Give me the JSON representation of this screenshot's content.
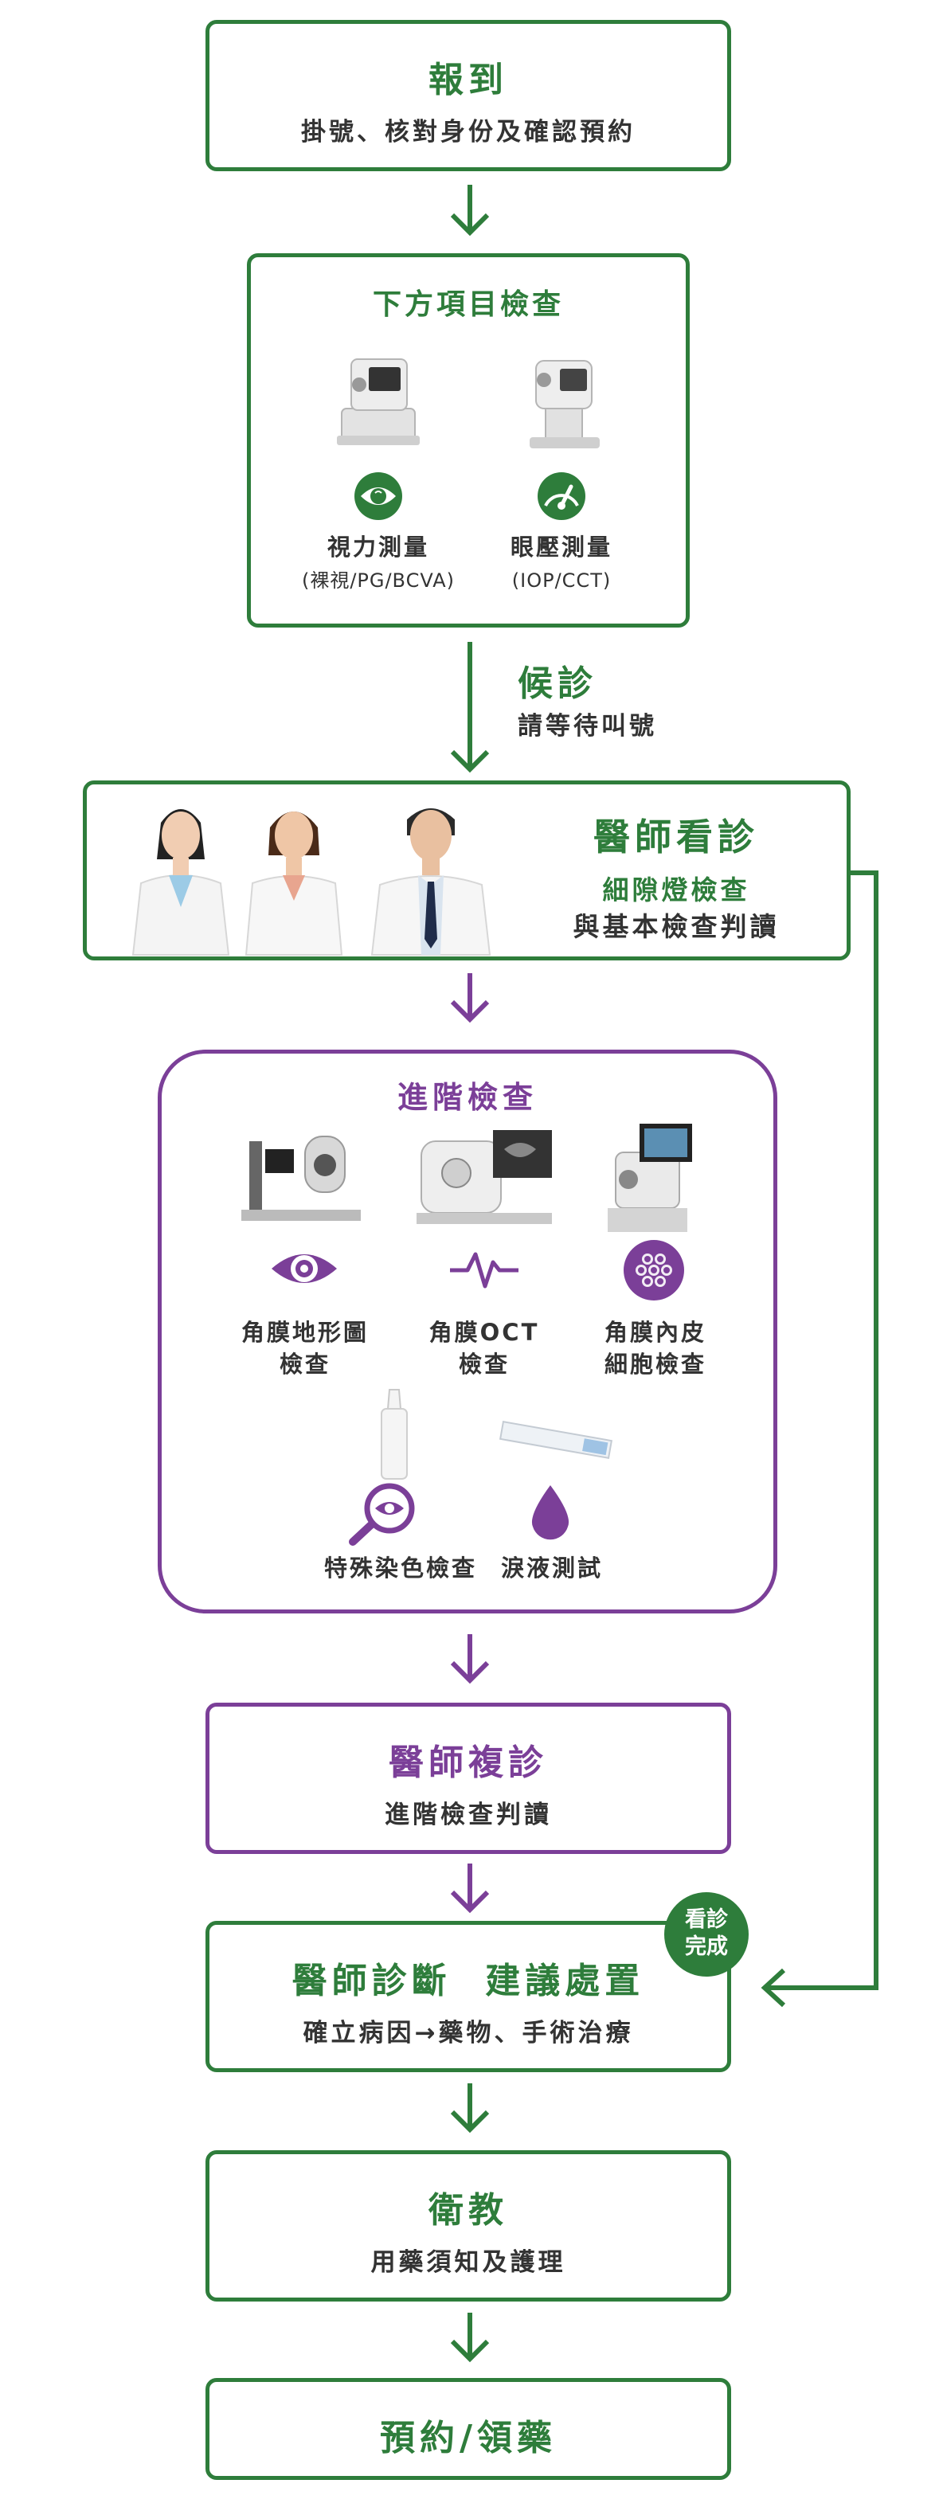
{
  "step1": {
    "title": "報到",
    "desc": "掛號、核對身份及確認預約"
  },
  "step2": {
    "title": "下方項目檢查",
    "items": [
      {
        "icon": "eye-icon",
        "label": "視力測量",
        "note": "(裸視/PG/BCVA)"
      },
      {
        "icon": "gauge-icon",
        "label": "眼壓測量",
        "note": "(IOP/CCT)"
      }
    ]
  },
  "wait": {
    "title": "候診",
    "desc": "請等待叫號"
  },
  "doctor": {
    "title": "醫師看診",
    "desc1": "細隙燈檢查",
    "desc2": "與基本檢查判讀"
  },
  "advanced": {
    "title": "進階檢查",
    "items": [
      {
        "icon": "eye-scan-icon",
        "line1": "角膜地形圖",
        "line2": "檢查"
      },
      {
        "icon": "pulse-icon",
        "line1": "角膜OCT",
        "line2": "檢查"
      },
      {
        "icon": "cells-icon",
        "line1": "角膜內皮",
        "line2": "細胞檢查"
      },
      {
        "icon": "magnify-eye-icon",
        "line1": "特殊染色檢查"
      },
      {
        "icon": "drop-icon",
        "line1": "淚液測試"
      }
    ]
  },
  "revisit": {
    "title": "醫師複診",
    "desc": "進階檢查判讀"
  },
  "diagnosis": {
    "title": "醫師診斷  建議處置",
    "desc": "確立病因→藥物、手術治療",
    "badge_line1": "看診",
    "badge_line2": "完成"
  },
  "education": {
    "title": "衛教",
    "desc": "用藥須知及護理"
  },
  "booking": {
    "title": "預約/領藥"
  },
  "colors": {
    "green": "#2e7d3b",
    "purple": "#7b3f98"
  }
}
